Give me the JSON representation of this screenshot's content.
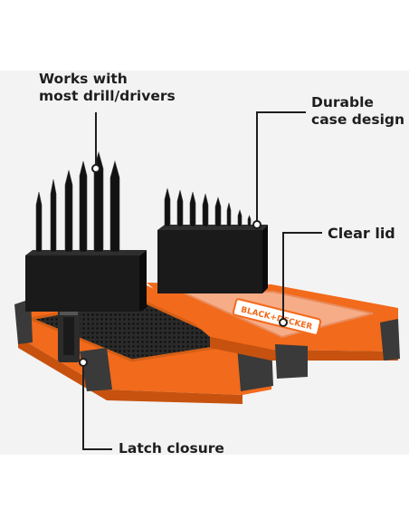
{
  "callouts": {
    "works": {
      "line1": "Works with",
      "line2": "most drill/drivers"
    },
    "durable": {
      "line1": "Durable",
      "line2": "case design"
    },
    "clear_lid": "Clear lid",
    "latch": "Latch closure"
  },
  "lid_brand_text": "BLACK+DECKER",
  "colors": {
    "case_orange": "#f26a1b",
    "case_dark_orange": "#c7520f",
    "bumper": "#3a3a3a",
    "bit_black": "#151515",
    "callout_text": "#1e1e1e"
  }
}
